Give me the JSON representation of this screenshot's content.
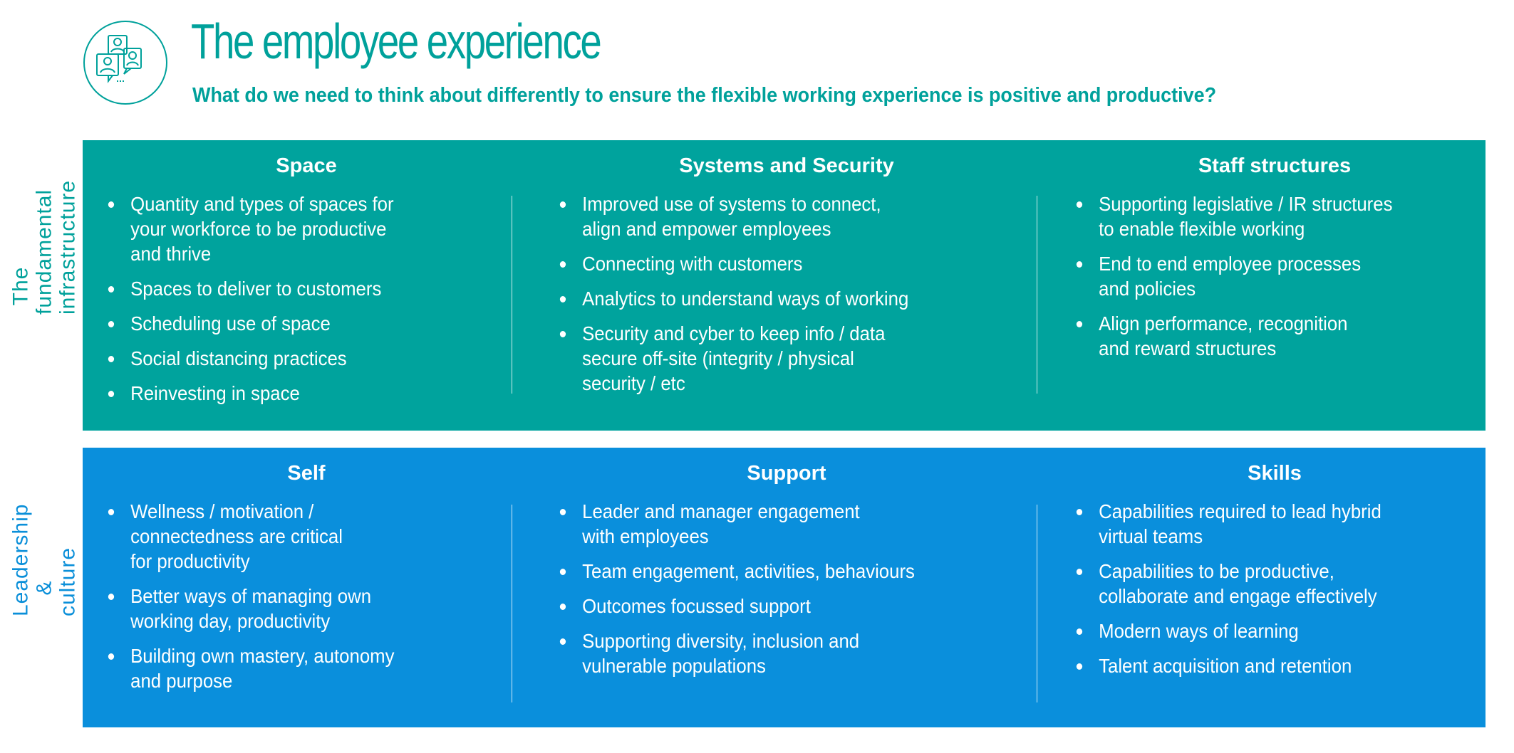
{
  "header": {
    "title": "The employee experience",
    "subtitle": "What do we need to think about differently to ensure the flexible working experience is positive and productive?",
    "icon": "people-chat-icon"
  },
  "colors": {
    "teal": "#00a39d",
    "blue": "#0a8fdc",
    "title": "#00a19b"
  },
  "rows": [
    {
      "label": "The fundamental\ninfrastructure",
      "columns": [
        {
          "heading": "Space",
          "items": [
            "Quantity and types of spaces for\nyour workforce to be productive\nand thrive",
            "Spaces to deliver to customers",
            "Scheduling use of space",
            "Social distancing practices",
            "Reinvesting in space"
          ]
        },
        {
          "heading": "Systems and Security",
          "items": [
            "Improved use of systems to connect,\nalign and empower employees",
            "Connecting with customers",
            "Analytics to understand ways of working",
            "Security and cyber to keep info / data\nsecure off-site (integrity / physical\nsecurity / etc"
          ]
        },
        {
          "heading": "Staff structures",
          "items": [
            "Supporting legislative / IR structures\nto enable flexible working",
            "End to end employee processes\nand policies",
            "Align performance, recognition\nand reward structures"
          ]
        }
      ]
    },
    {
      "label": "Leadership\n& culture",
      "columns": [
        {
          "heading": "Self",
          "items": [
            "Wellness / motivation /\nconnectedness are critical\nfor productivity",
            "Better ways of managing own\nworking day, productivity",
            "Building own mastery, autonomy\nand purpose"
          ]
        },
        {
          "heading": "Support",
          "items": [
            "Leader and manager engagement\nwith employees",
            "Team engagement, activities, behaviours",
            "Outcomes focussed support",
            "Supporting diversity, inclusion and\nvulnerable populations"
          ]
        },
        {
          "heading": "Skills",
          "items": [
            "Capabilities required to lead hybrid\nvirtual teams",
            "Capabilities to be productive,\ncollaborate and engage effectively",
            "Modern ways of learning",
            "Talent acquisition and retention"
          ]
        }
      ]
    }
  ]
}
